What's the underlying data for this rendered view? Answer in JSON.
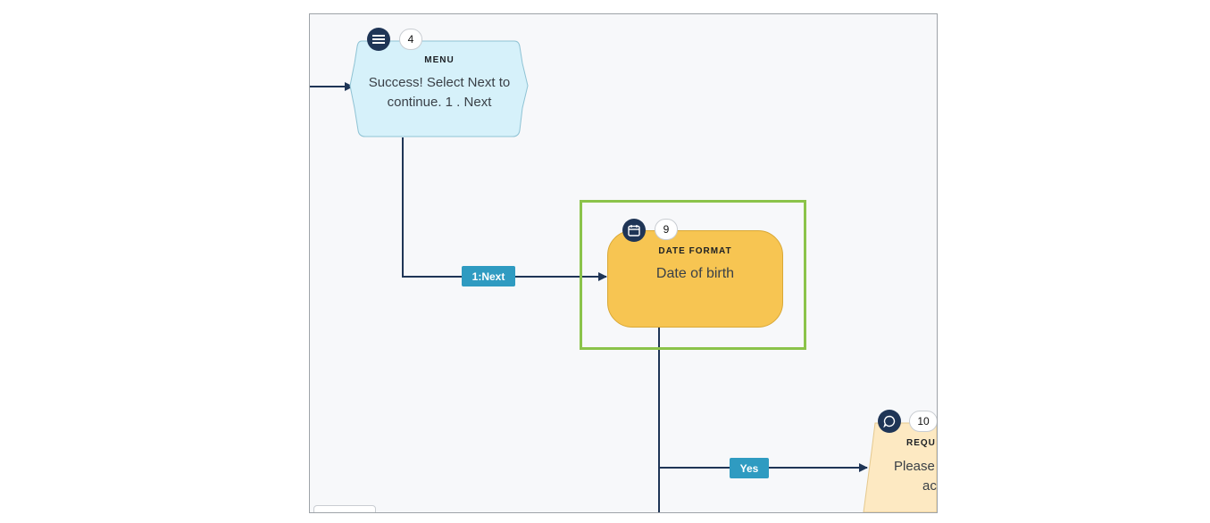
{
  "canvas": {
    "nodes": {
      "menu": {
        "number": "4",
        "type": "MENU",
        "text": "Success! Select Next to continue. 1 . Next",
        "icon": "menu-list-icon",
        "color": "#d6f1fa"
      },
      "date": {
        "number": "9",
        "type": "DATE FORMAT",
        "text": "Date of birth",
        "icon": "calendar-icon",
        "color": "#f7c552"
      },
      "request": {
        "number": "10",
        "type": "REQU",
        "text_line1": "Please",
        "text_line2": "ac",
        "icon": "chat-bubble-icon",
        "color": "#fde9c2"
      }
    },
    "edge_labels": {
      "next": "1:Next",
      "yes": "Yes"
    },
    "colors": {
      "edge": "#1f3556",
      "label_bg": "#2f9bc1",
      "highlight": "#8bc34a",
      "icon_badge": "#1f3556"
    }
  }
}
